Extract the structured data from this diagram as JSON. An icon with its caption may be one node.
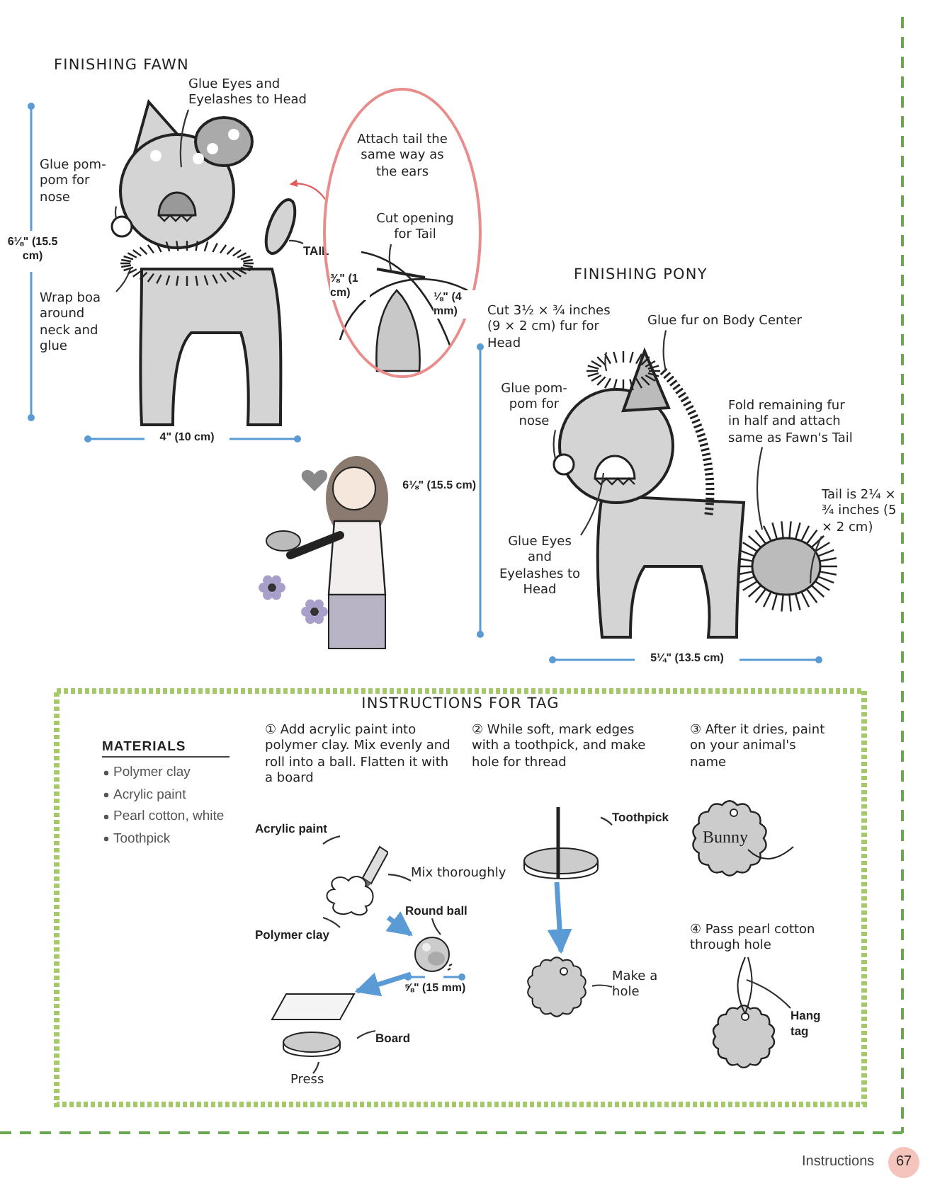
{
  "diagram": {
    "nodes": [
      {
        "text": [
          "Glue Eyes and Eyelashes to Head"
        ]
      },
      {
        "text": [
          "Glue pom-pom for nose"
        ]
      },
      {
        "text": [
          "TAIL"
        ]
      },
      {
        "text": [
          "Wrap boa around neck and glue"
        ]
      },
      {
        "text": [
          "Attach tail the same way as the ears"
        ]
      },
      {
        "text": [
          "Cut opening for Tail"
        ],
        "in": 4
      },
      {
        "text": [
          "Cut 3½ × ¾ inches (9 × 2 cm) fur for Head"
        ]
      },
      {
        "text": [
          "Glue fur on Body Center"
        ]
      },
      {
        "text": [
          "Glue pom-pom for nose"
        ]
      },
      {
        "text": [
          "Fold remaining fur in half and attach same as Fawn's Tail"
        ]
      },
      {
        "text": [
          "Glue Eyes and Eyelashes to Head"
        ]
      },
      {
        "text": [
          "Tail is 2¼ × ¾ inches (5 × 2 cm)"
        ]
      },
      {
        "text": [
          "Acrylic paint"
        ]
      },
      {
        "text": [
          "Mix thoroughly"
        ]
      },
      {
        "text": [
          "Polymer clay"
        ]
      },
      {
        "text": [],
        "shape": "picture"
      },
      {
        "text": [
          "Round ball"
        ]
      },
      {
        "text": [],
        "shape": "picture",
        "beside": [
          "⅝\" (15 mm)"
        ]
      },
      {
        "text": [],
        "shape": "picture"
      },
      {
        "text": [
          "Board"
        ]
      },
      {
        "text": [
          "Press"
        ]
      },
      {
        "text": [
          "Toothpick"
        ]
      },
      {
        "text": [],
        "shape": "picture"
      },
      {
        "text": [],
        "shape": "picture"
      },
      {
        "text": [
          "Make a hole"
        ]
      },
      {
        "text": [
          "Hang tag"
        ]
      }
    ],
    "edges": [
      {
        "from": 0,
        "to": null,
        "arrow": "none"
      },
      {
        "from": 1,
        "to": null,
        "arrow": "none"
      },
      {
        "from": 2,
        "to": null,
        "arrow": "none"
      },
      {
        "from": 3,
        "to": null,
        "arrow": "none"
      },
      {
        "from": 4,
        "to": null,
        "arrow": "to",
        "color": "#e05a5a"
      },
      {
        "from": 5,
        "to": null,
        "arrow": "none"
      },
      {
        "from": 6,
        "to": null,
        "arrow": "none"
      },
      {
        "from": 7,
        "to": null,
        "arrow": "none"
      },
      {
        "from": 8,
        "to": null,
        "arrow": "none"
      },
      {
        "from": 9,
        "to": null,
        "arrow": "none"
      },
      {
        "from": 10,
        "to": null,
        "arrow": "none"
      },
      {
        "from": 11,
        "to": null,
        "arrow": "none"
      },
      {
        "from": 12,
        "to": 15,
        "arrow": "none"
      },
      {
        "from": 13,
        "to": 15,
        "arrow": "none"
      },
      {
        "from": 14,
        "to": 15,
        "arrow": "none"
      },
      {
        "from": 15,
        "to": 17,
        "arrow": "to",
        "style": "thick",
        "color": "#5b9bd5"
      },
      {
        "from": 16,
        "to": 17,
        "arrow": "none"
      },
      {
        "from": 17,
        "to": 18,
        "arrow": "to",
        "style": "thick",
        "color": "#5b9bd5"
      },
      {
        "from": 19,
        "to": 18,
        "arrow": "none"
      },
      {
        "from": 20,
        "to": 18,
        "arrow": "none"
      },
      {
        "from": 21,
        "to": 22,
        "arrow": "none"
      },
      {
        "from": 22,
        "to": 23,
        "arrow": "to",
        "style": "thick",
        "color": "#5b9bd5"
      },
      {
        "from": 24,
        "to": 23,
        "arrow": "none"
      },
      {
        "from": 25,
        "to": null,
        "arrow": "none"
      }
    ],
    "labels": [
      "FINISHING FAWN",
      "6⅛\" (15.5 cm)",
      "4\" (10 cm)",
      "⅜\" (1 cm)",
      "⅛\" (4 mm)",
      "FINISHING PONY",
      "6⅛\" (15.5 cm)",
      "5¼\" (13.5 cm)",
      "INSTRUCTIONS FOR TAG",
      "MATERIALS",
      "Polymer clay",
      "Acrylic paint",
      "Pearl cotton, white",
      "Toothpick",
      "① Add acrylic paint into polymer clay. Mix evenly and roll into a ball. Flatten it with a board",
      "② While soft, mark edges with a toothpick, and make hole for thread",
      "③ After it dries, paint on your animal's name",
      "Bunny",
      "④ Pass pearl cotton through hole",
      "Instructions",
      "67"
    ]
  }
}
